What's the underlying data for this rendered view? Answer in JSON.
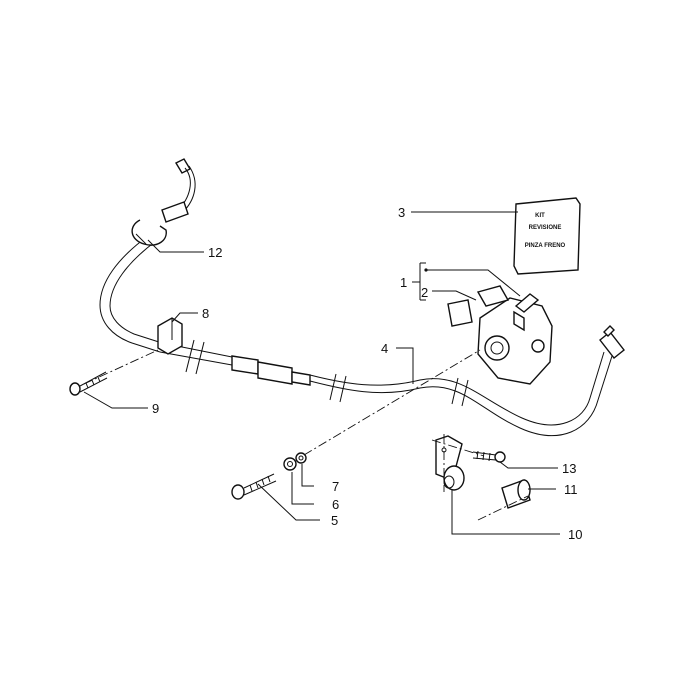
{
  "callouts": [
    {
      "id": "c1",
      "text": "1"
    },
    {
      "id": "c2",
      "text": "2"
    },
    {
      "id": "c3",
      "text": "3"
    },
    {
      "id": "c4",
      "text": "4"
    },
    {
      "id": "c5",
      "text": "5"
    },
    {
      "id": "c6",
      "text": "6"
    },
    {
      "id": "c7",
      "text": "7"
    },
    {
      "id": "c8",
      "text": "8"
    },
    {
      "id": "c9",
      "text": "9"
    },
    {
      "id": "c10",
      "text": "10"
    },
    {
      "id": "c11",
      "text": "11"
    },
    {
      "id": "c12",
      "text": "12"
    },
    {
      "id": "c13",
      "text": "13"
    }
  ],
  "kit_bag": {
    "line1": "KIT",
    "line2": "REVISIONE",
    "line3": "PINZA FRENO"
  }
}
